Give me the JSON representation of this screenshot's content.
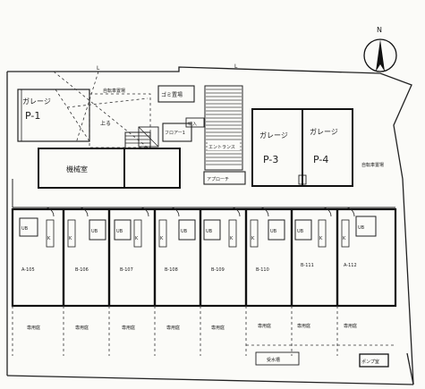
{
  "compass": {
    "north_label": "N"
  },
  "garages": [
    {
      "name": "ガレージ",
      "code": "P-1"
    },
    {
      "name": "ガレージ",
      "code": "P-3"
    },
    {
      "name": "ガレージ",
      "code": "P-4"
    }
  ],
  "rooms": {
    "machine_room": "機械室",
    "entrance": "エントランス",
    "garbage_area": "ゴミ置場",
    "bicycle_area_top": "自転車置場",
    "bicycle_area_right": "自転車置場",
    "floor_label": "フロアー1",
    "approach": "アプローチ",
    "entrance_detail": "切入",
    "stair_up": "上る"
  },
  "units": [
    "A-105",
    "B-106",
    "B-107",
    "B-108",
    "B-109",
    "B-110",
    "B-111",
    "A-112"
  ],
  "unit_tags": {
    "bath": "UB",
    "kitchen": "K"
  },
  "gardens": [
    "専用庭",
    "専用庭",
    "専用庭",
    "専用庭",
    "専用庭",
    "専用庭",
    "専用庭",
    "専用庭"
  ],
  "bottom": {
    "tank": "受水槽",
    "pump": "ポンプ室"
  },
  "corner_marks": [
    "L",
    "L"
  ]
}
